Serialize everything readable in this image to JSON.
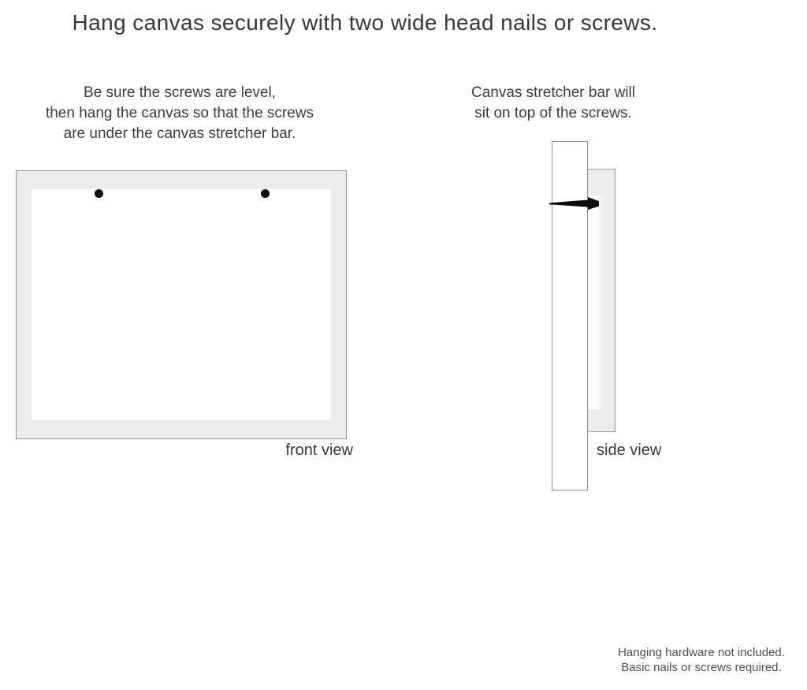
{
  "title": "Hang canvas securely with two wide head nails or screws.",
  "notes": {
    "front": [
      "Be sure the screws are level,",
      "then hang the canvas so that the screws",
      "are under the canvas stretcher bar."
    ],
    "side": [
      "Canvas stretcher bar will",
      "sit on top of the screws."
    ]
  },
  "labels": {
    "front_view": "front view",
    "side_view": "side view"
  },
  "footnote": [
    "Hanging hardware not included.",
    "Basic nails or screws required."
  ],
  "icons": {
    "front_nails": "nail-head-dot",
    "side_nail": "nail-side-profile"
  },
  "colors": {
    "background": "#ffffff",
    "frame_gray": "#ebebeb",
    "outline_gray": "#8e8e8e",
    "nail_black": "#0d0d0d",
    "text_primary": "#383838",
    "text_muted": "#4f4f4f"
  }
}
